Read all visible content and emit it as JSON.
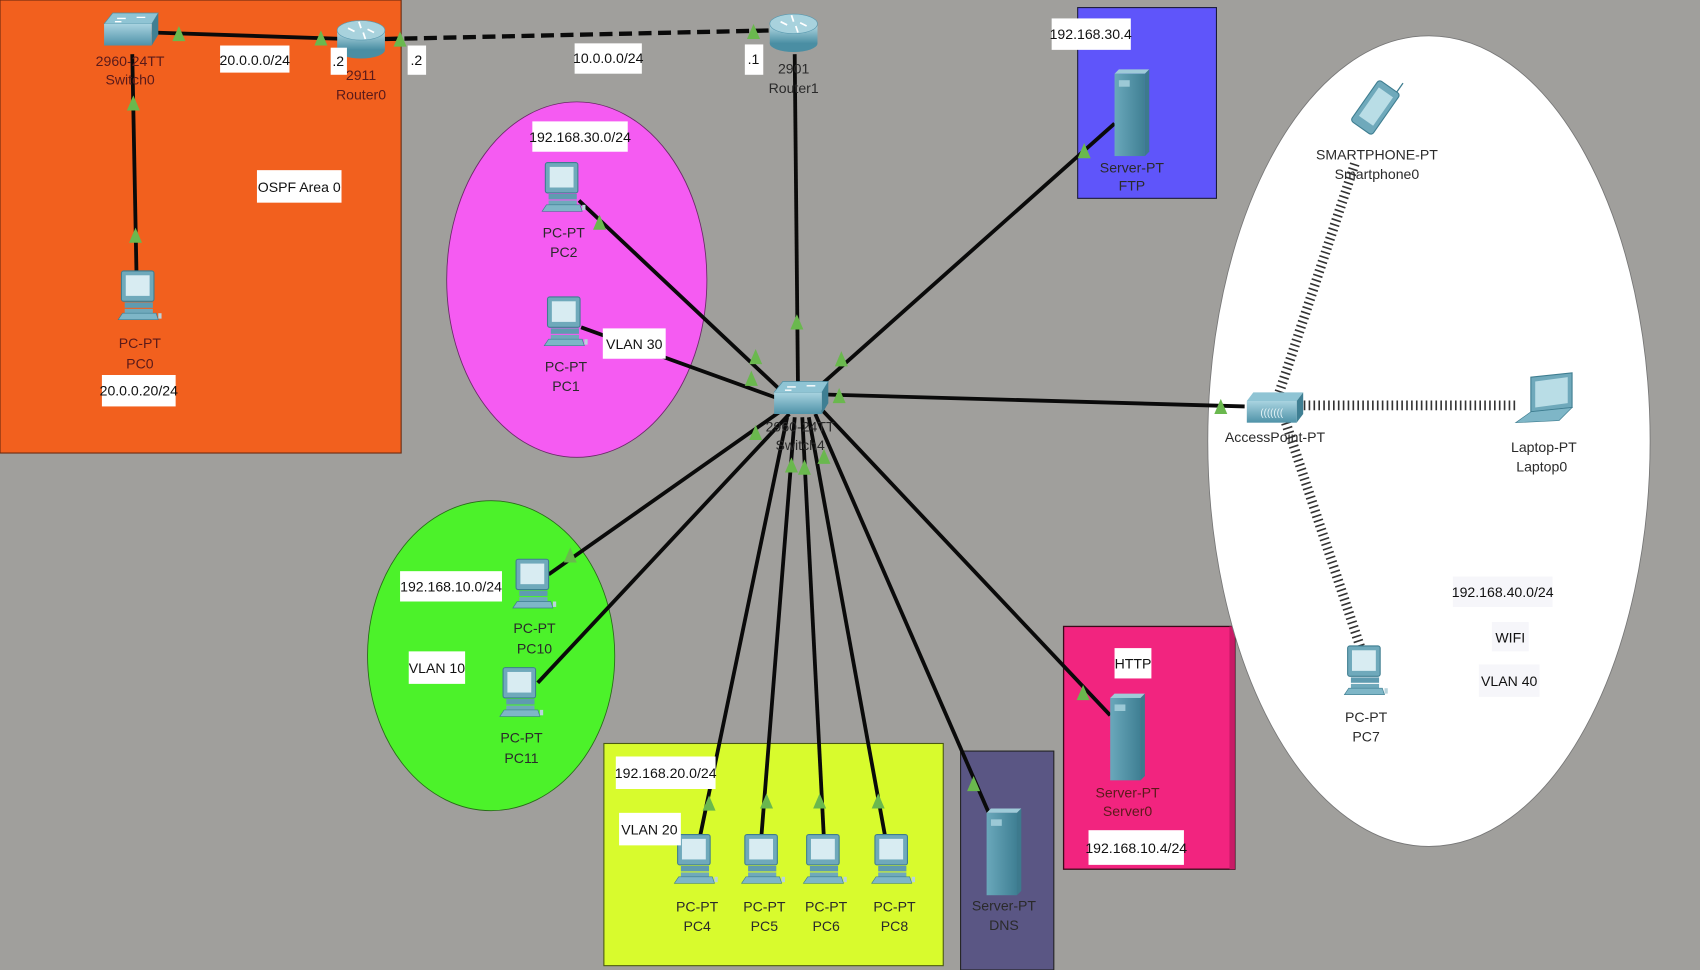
{
  "colors": {
    "background": "#a09f9c",
    "ospf_area": "#f2601e",
    "vlan30": "#f55bf2",
    "vlan10": "#4cf22a",
    "vlan20": "#d8fb2d",
    "ftp_box": "#5f55fa",
    "dns_box": "#5a5684",
    "http_box": "#f2247f",
    "wifi_area": "#ffffff",
    "link_up": "#6ab84e"
  },
  "zones": {
    "ospf": {
      "label": "OSPF  Area 0"
    },
    "vlan30": {
      "subnet": "192.168.30.0/24",
      "vlan": "VLAN 30"
    },
    "vlan10": {
      "subnet": "192.168.10.0/24",
      "vlan": "VLAN 10"
    },
    "vlan20": {
      "subnet": "192.168.20.0/24",
      "vlan": "VLAN 20"
    },
    "ftp": {
      "ip": "192.168.30.4"
    },
    "http": {
      "label": "HTTP",
      "ip": "192.168.10.4/24"
    },
    "wifi": {
      "subnet": "192.168.40.0/24",
      "label": "WIFI",
      "vlan": "VLAN 40"
    }
  },
  "link_labels": {
    "net20": "20.0.0.0/24",
    "net10": "10.0.0.0/24",
    "r0_sw_side": ".2",
    "r0_wan_side": ".2",
    "r1_wan_side": ".1",
    "pc0_ip": "20.0.0.20/24"
  },
  "devices": {
    "switch0": {
      "model": "2960-24TT",
      "name": "Switch0"
    },
    "router0": {
      "model": "2911",
      "name": "Router0"
    },
    "router1": {
      "model": "2901",
      "name": "Router1"
    },
    "pc0": {
      "model": "PC-PT",
      "name": "PC0"
    },
    "pc1": {
      "model": "PC-PT",
      "name": "PC1"
    },
    "pc2": {
      "model": "PC-PT",
      "name": "PC2"
    },
    "switch_core": {
      "model": "2960-24TT",
      "name": "Switch4"
    },
    "ftp": {
      "model": "Server-PT",
      "name": "FTP"
    },
    "smartphone": {
      "model": "SMARTPHONE-PT",
      "name": "Smartphone0"
    },
    "ap": {
      "model": "AccessPoint-PT",
      "name": ""
    },
    "laptop": {
      "model": "Laptop-PT",
      "name": "Laptop0"
    },
    "pc7": {
      "model": "PC-PT",
      "name": "PC7"
    },
    "pc10": {
      "model": "PC-PT",
      "name": "PC10"
    },
    "pc11": {
      "model": "PC-PT",
      "name": "PC11"
    },
    "pc4": {
      "model": "PC-PT",
      "name": "PC4"
    },
    "pc5": {
      "model": "PC-PT",
      "name": "PC5"
    },
    "pc6": {
      "model": "PC-PT",
      "name": "PC6"
    },
    "pc8": {
      "model": "PC-PT",
      "name": "PC8"
    },
    "dns": {
      "model": "Server-PT",
      "name": "DNS"
    },
    "server0": {
      "model": "Server-PT",
      "name": "Server0"
    }
  }
}
